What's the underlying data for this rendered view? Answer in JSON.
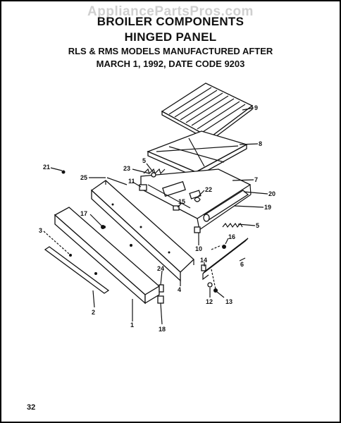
{
  "watermark": "AppliancePartsPros.com",
  "title": {
    "line1": "BROILER COMPONENTS",
    "line2": "HINGED PANEL",
    "line3": "RLS & RMS MODELS MANUFACTURED AFTER",
    "line4": "MARCH 1, 1992, DATE CODE 9203"
  },
  "page_number": "32",
  "callouts": {
    "c9": "9",
    "c8": "8",
    "c5a": "5",
    "c23": "23",
    "c21": "21",
    "c25": "25",
    "c11": "11",
    "c7": "7",
    "c22": "22",
    "c20": "20",
    "c15": "15",
    "c19": "19",
    "c17": "17",
    "c5b": "5",
    "c3": "3",
    "c16": "16",
    "c10": "10",
    "c6": "6",
    "c14": "14",
    "c24": "24",
    "c4": "4",
    "c2": "2",
    "c12": "12",
    "c13": "13",
    "c1": "1",
    "c18": "18"
  }
}
